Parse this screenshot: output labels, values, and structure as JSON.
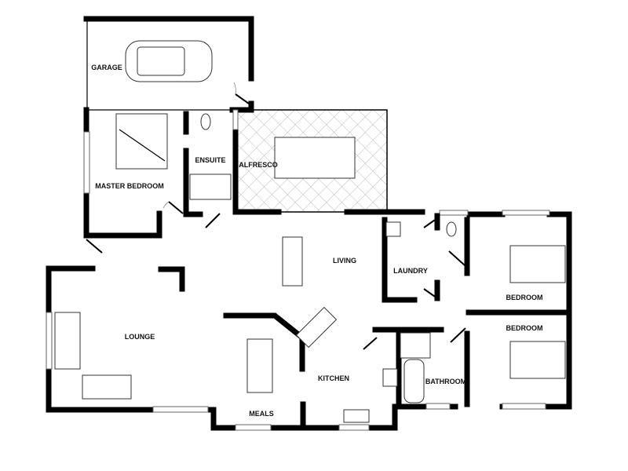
{
  "rooms": {
    "garage": "GARAGE",
    "master_bedroom": "MASTER BEDROOM",
    "ensuite": "ENSUITE",
    "alfresco": "ALFRESCO",
    "living": "LIVING",
    "laundry": "LAUNDRY",
    "bedroom_1": "BEDROOM",
    "bedroom_2": "BEDROOM",
    "lounge": "LOUNGE",
    "kitchen": "KITCHEN",
    "bathroom": "BATHROOM",
    "meals": "MEALS"
  },
  "colors": {
    "wall": "#000000",
    "background": "#ffffff",
    "hatch": "#bbbbbb"
  }
}
